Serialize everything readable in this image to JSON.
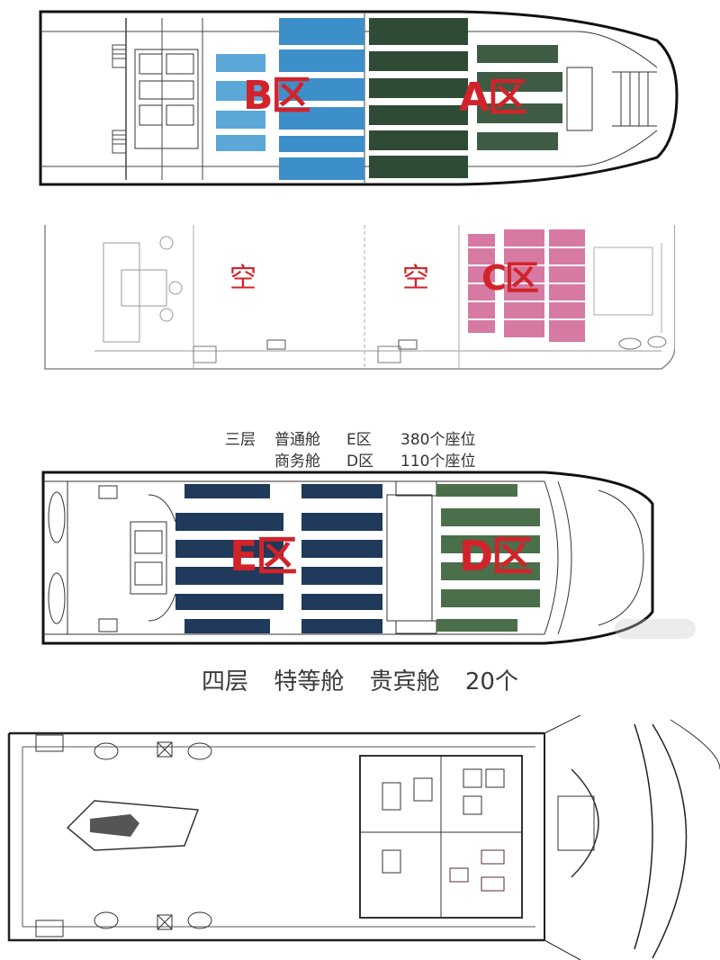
{
  "deck_upper": {
    "zone_a": "A区",
    "zone_b": "B区"
  },
  "deck_middle": {
    "zone_c": "C区",
    "empty_left": "空",
    "empty_right": "空"
  },
  "deck_three": {
    "zone_e": "E区",
    "zone_d": "D区",
    "caption": {
      "line1": {
        "deck": "三层",
        "cabin": "普通舱",
        "zone": "E区",
        "seats": "380个座位"
      },
      "line2": {
        "cabin": "商务舱",
        "zone": "D区",
        "seats": "110个座位"
      }
    }
  },
  "deck_four": {
    "title": {
      "deck": "四层",
      "class": "特等舱",
      "cabin": "贵宾舱",
      "count": "20个"
    }
  },
  "colors": {
    "blue_seat": "#3d8fc9",
    "dark_green_seat": "#2f4a35",
    "pink_seat": "#d67aa3",
    "navy_seat": "#1f3a5a",
    "green_seat": "#4a6f4a",
    "label_red": "#d2232a"
  }
}
